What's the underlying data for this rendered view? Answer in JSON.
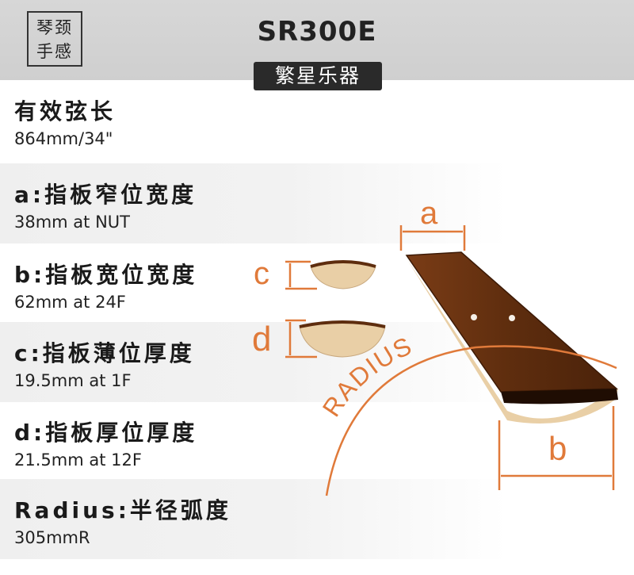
{
  "header": {
    "badge_line1": "琴颈",
    "badge_line2": "手感",
    "model": "SR300E",
    "brand": "繁星乐器"
  },
  "specs": [
    {
      "label": "有效弦长",
      "value": "864mm/34\""
    },
    {
      "label": "a:指板窄位宽度",
      "value": "38mm at NUT"
    },
    {
      "label": "b:指板宽位宽度",
      "value": "62mm at 24F"
    },
    {
      "label": "c:指板薄位厚度",
      "value": "19.5mm at 1F"
    },
    {
      "label": "d:指板厚位厚度",
      "value": "21.5mm at 12F"
    },
    {
      "label": "Radius:半径弧度",
      "value": "305mmR"
    }
  ],
  "diagram": {
    "label_a": "a",
    "label_b": "b",
    "label_c": "c",
    "label_d": "d",
    "radius_text": "RADIUS",
    "accent_color": "#e07a3a",
    "wood_color": "#6b3412",
    "maple_color": "#e9cfa6"
  }
}
